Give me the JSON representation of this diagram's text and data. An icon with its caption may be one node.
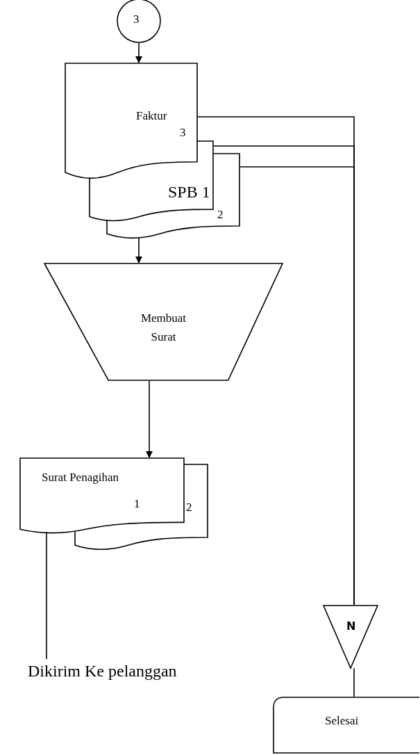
{
  "diagram": {
    "nodes": [
      {
        "text": [
          "3"
        ]
      },
      {
        "text": [
          "Faktur",
          "3"
        ]
      },
      {
        "text": [
          "SPB 1"
        ]
      },
      {
        "text": [
          "2"
        ]
      },
      {
        "text": [
          "Membuat Surat"
        ]
      },
      {
        "text": [
          "Surat Penagihan",
          "1",
          "2"
        ]
      },
      {
        "text": [
          "Dikirim Ke pelanggan"
        ]
      },
      {
        "text": [
          "N"
        ]
      },
      {
        "text": [
          "Selesai"
        ]
      }
    ],
    "edges": [
      {
        "from": 0,
        "to": 1,
        "arrow": "to"
      },
      {
        "from": 1,
        "to": 7,
        "arrow": "none"
      },
      {
        "from": 2,
        "to": 7,
        "arrow": "none"
      },
      {
        "from": 3,
        "to": 7,
        "arrow": "none"
      },
      {
        "from": 3,
        "to": 4,
        "arrow": "to"
      },
      {
        "from": 4,
        "to": 5,
        "arrow": "to"
      },
      {
        "from": 5,
        "to": 6,
        "arrow": "none"
      },
      {
        "from": 7,
        "to": 8,
        "arrow": "none"
      }
    ]
  }
}
